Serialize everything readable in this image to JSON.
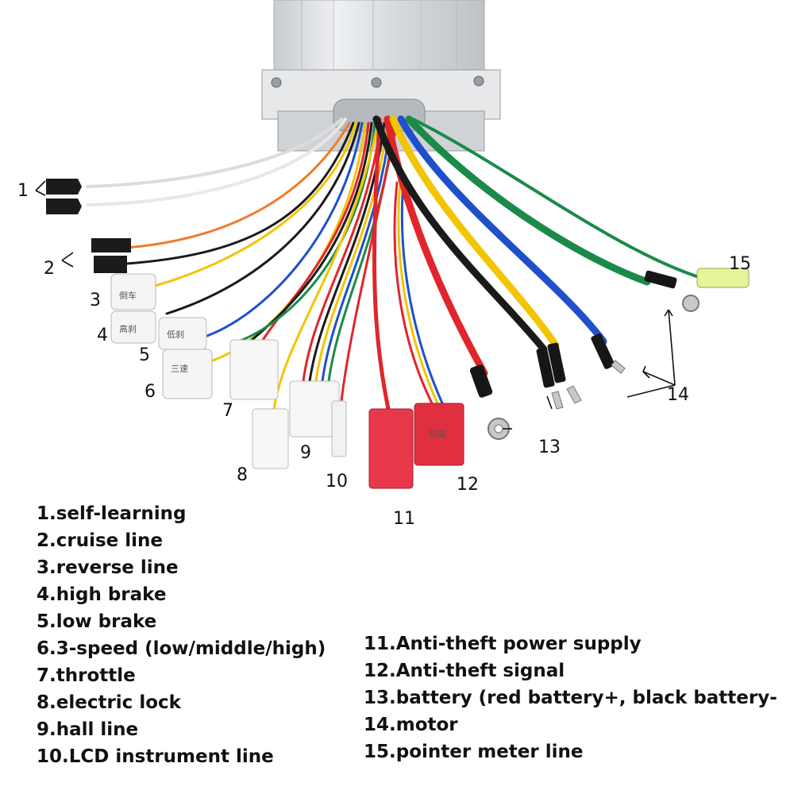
{
  "callouts": [
    "1",
    "2",
    "3",
    "4",
    "5",
    "6",
    "7",
    "8",
    "9",
    "10",
    "11",
    "12",
    "13",
    "14",
    "15"
  ],
  "legend_left": [
    "1.self-learning",
    "2.cruise line",
    "3.reverse line",
    "4.high brake",
    "5.low brake",
    "6.3-speed (low/middle/high)",
    "7.throttle",
    "8.electric lock",
    "9.hall line",
    "10.LCD instrument line"
  ],
  "legend_right": [
    "11.Anti-theft power supply",
    "12.Anti-theft signal",
    "13.battery (red battery+, black battery-",
    "14.motor",
    "15.pointer meter line"
  ],
  "connector_marks": [
    "倒车",
    "高刹",
    "低刹",
    "三速",
    "防盗"
  ],
  "wire_colors": {
    "red": "#e0262b",
    "black": "#1a1a1a",
    "yellow": "#f2c500",
    "blue": "#1f4fcc",
    "green": "#1a8a4a",
    "white": "#f4f4f4",
    "orange": "#f07a2a",
    "housing": "#d9dcdf"
  }
}
